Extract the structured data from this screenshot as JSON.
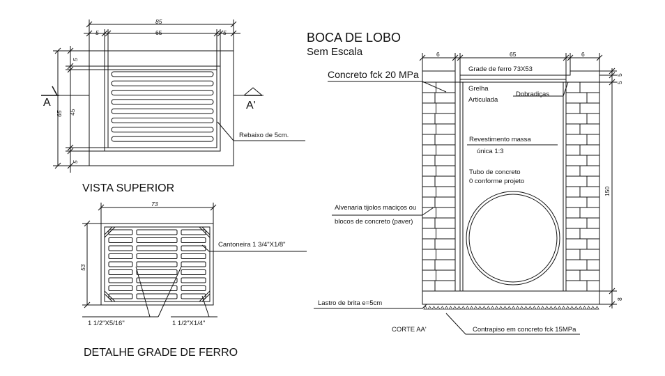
{
  "top_view": {
    "title": "VISTA SUPERIOR",
    "dim_total_width": "85",
    "dim_inner_width": "65",
    "dim_side_left": "5",
    "dim_side_right": "5",
    "dim_total_height": "65",
    "dim_inner_height": "45",
    "dim_v_small_top": "5",
    "dim_v_small_bottom": "5",
    "section_left": "A",
    "section_right": "A'",
    "label_rebaixo": "Rebaixo de 5cm."
  },
  "grate_detail": {
    "title": "DETALHE GRADE DE FERRO",
    "dim_width": "73",
    "dim_height": "53",
    "label_cantoneira": "Cantoneira 1 3/4\"X1/8\"",
    "label_bar_1": "1 1/2\"X5/16\"",
    "label_bar_2": "1 1/2\"X1/4\""
  },
  "section_view": {
    "title": "BOCA DE LOBO",
    "subtitle": "Sem Escala",
    "label_concreto": "Concreto fck 20 MPa",
    "label_grade": "Grade de ferro 73X53",
    "label_grelha": "Grelha",
    "label_articulada": "Articulada",
    "label_dobradicas": "Dobradiças",
    "label_revestimento_1": "Revestimento massa",
    "label_revestimento_2": "única 1:3",
    "label_tubo_1": "Tubo de concreto",
    "label_tubo_2": "0 conforme projeto",
    "label_alvenaria_1": "Alvenaria tijolos maciços ou",
    "label_alvenaria_2": "blocos de concreto (paver)",
    "label_lastro": "Lastro de brita e=5cm",
    "label_corte": "CORTE AA'",
    "label_contrapiso": "Contrapiso em concreto fck 15MPa",
    "dim_wall_left": "6",
    "dim_inner": "65",
    "dim_wall_right": "6",
    "dim_top_5a": "5",
    "dim_top_5b": "5",
    "dim_height": "150",
    "dim_base": "8"
  }
}
